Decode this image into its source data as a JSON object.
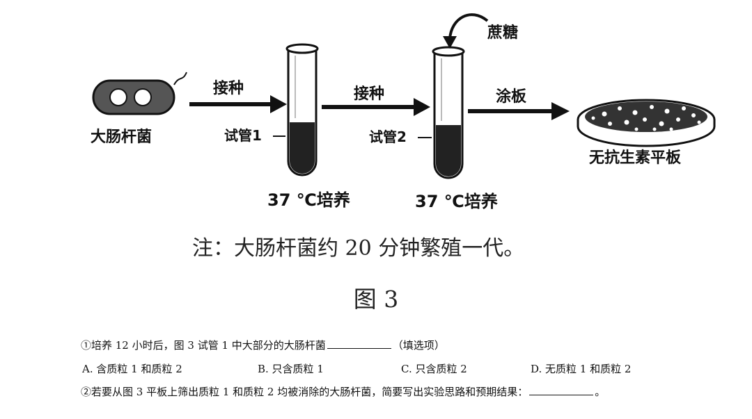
{
  "figure": {
    "bacterium_label": "大肠杆菌",
    "arrow1_label": "接种",
    "tube1_label": "试管1",
    "incubate1_label": "37 ℃培养",
    "arrow2_label": "接种",
    "tube2_label": "试管2",
    "sucrose_label": "蔗糖",
    "incubate2_label": "37 ℃培养",
    "arrow3_label": "涂板",
    "plate_label": "无抗生素平板"
  },
  "note": "注：大肠杆菌约 20 分钟繁殖一代。",
  "caption": "图 3",
  "question1": {
    "prefix": "①培养 12 小时后，图 3 试管 1 中大部分的大肠杆菌",
    "suffix": "（填选项）"
  },
  "options": [
    "A. 含质粒 1 和质粒 2",
    "B. 只含质粒 1",
    "C. 只含质粒 2",
    "D. 无质粒 1 和质粒 2"
  ],
  "question2": {
    "prefix": "②若要从图 3 平板上筛出质粒 1 和质粒 2 均被消除的大肠杆菌，简要写出实验思路和预期结果：",
    "suffix": "。"
  }
}
